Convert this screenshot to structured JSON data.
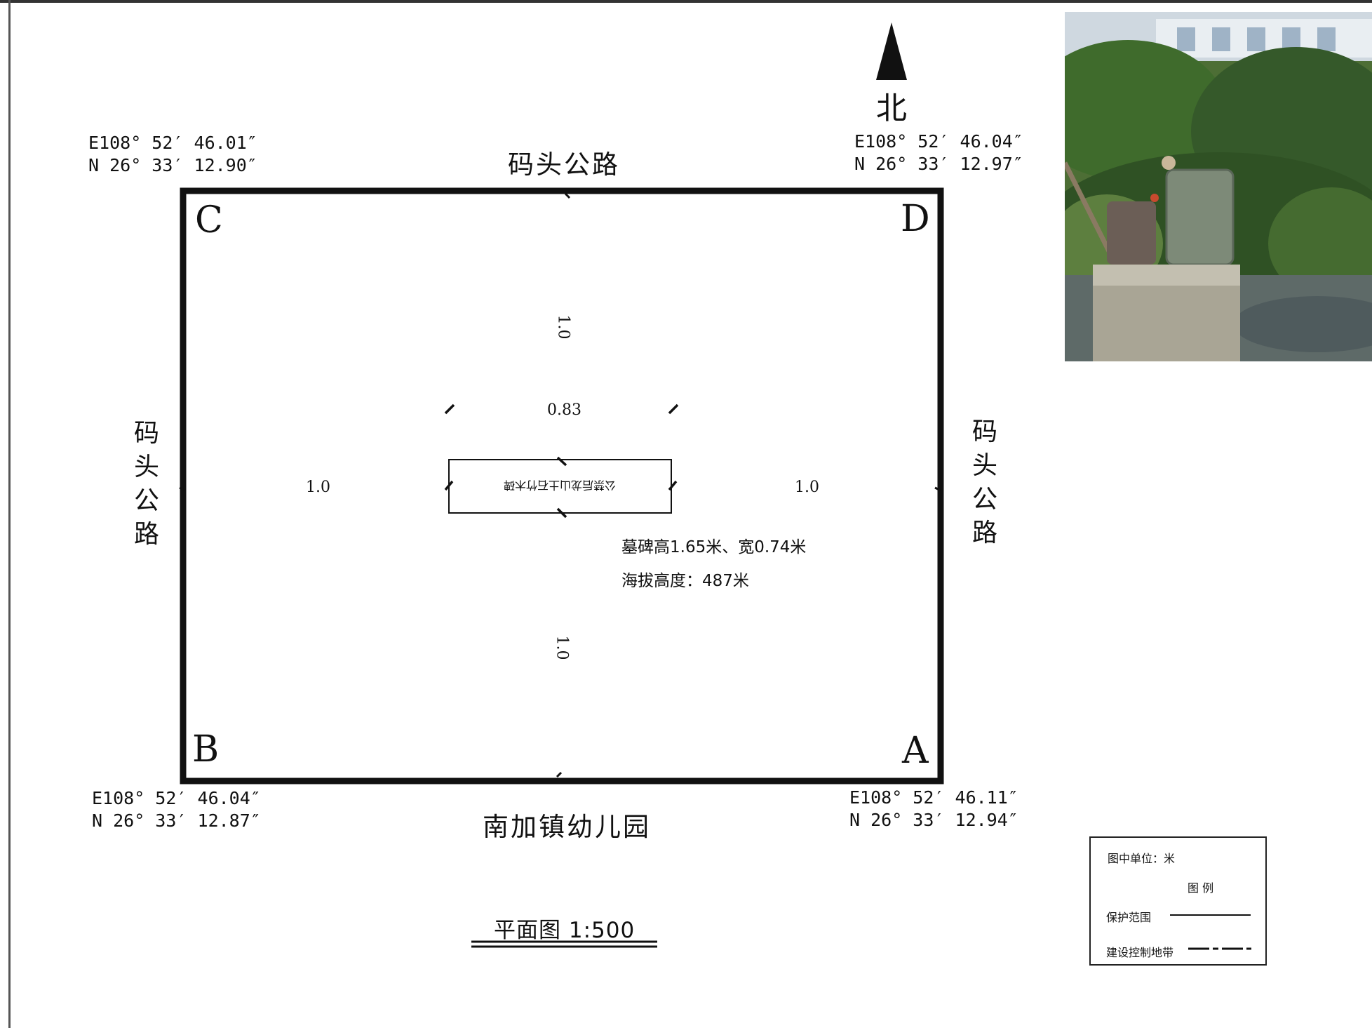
{
  "north_label": "北",
  "roads": {
    "top": "码头公路",
    "left": "码头公路",
    "right": "码头公路",
    "bottom": "南加镇幼儿园"
  },
  "corners": {
    "c": {
      "label": "C",
      "e": "E108° 52′ 46.01″",
      "n": "N 26° 33′ 12.90″"
    },
    "d": {
      "label": "D",
      "e": "E108° 52′ 46.04″",
      "n": "N 26° 33′ 12.97″"
    },
    "b": {
      "label": "B",
      "e": "E108° 52′ 46.04″",
      "n": "N 26° 33′ 12.87″"
    },
    "a": {
      "label": "A",
      "e": "E108° 52′ 46.11″",
      "n": "N 26° 33′ 12.94″"
    }
  },
  "dimensions": {
    "top": "1.0",
    "bottom": "1.0",
    "left": "1.0",
    "right": "1.0",
    "tomb_width": "0.83"
  },
  "tomb_label": "公禁后龙山土石竹木碑",
  "notes": {
    "size": "墓碑高1.65米、宽0.74米",
    "altitude": "海拔高度：487米"
  },
  "scale_title": "平面图  1:500",
  "legend": {
    "unit": "图中单位：米",
    "title": "图   例",
    "protection": "保护范围",
    "construction": "建设控制地带"
  },
  "colors": {
    "line": "#111111",
    "photo_foliage": "#3f6b2c",
    "photo_stone": "#7d8a78"
  },
  "photo_icon": "stele-site-photo"
}
